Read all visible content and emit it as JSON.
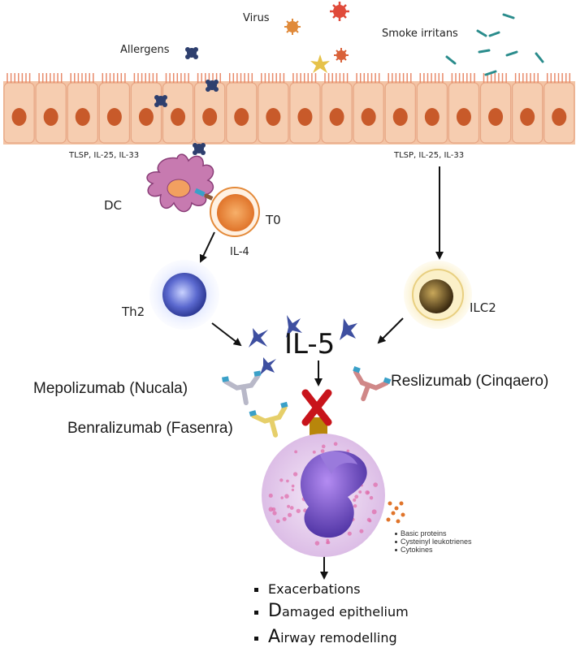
{
  "labels": {
    "virus": "Virus",
    "allergens": "Allergens",
    "smoke": "Smoke irritans",
    "tslp_left": "TLSP, IL-25, IL-33",
    "tslp_right": "TLSP, IL-25, IL-33",
    "dc": "DC",
    "t0": "T0",
    "il4": "IL-4",
    "th2": "Th2",
    "ilc2": "ILC2",
    "il5": "IL-5"
  },
  "drugs": {
    "mepolizumab": "Mepolizumab (Nucala)",
    "reslizumab": "Reslizumab (Cinqaero)",
    "benralizumab": "Benralizumab (Fasenra)"
  },
  "secreted": [
    "Basic proteins",
    "Cysteinyl leukotrienes",
    "Cytokines"
  ],
  "outcomes": [
    {
      "cap": "",
      "rest": "Exacerbations"
    },
    {
      "cap": "D",
      "rest": "amaged epithelium"
    },
    {
      "cap": "A",
      "rest": "irway remodelling"
    }
  ],
  "colors": {
    "epithelium_cell": "#f6cdb0",
    "nucleus": "#c85a2a",
    "cilia": "#e88a6a",
    "allergen": "#2e3f6e",
    "smoke": "#2a8c8c",
    "il5": "#3e4fa0",
    "block_x": "#c8141b",
    "receptor": "#b8860b",
    "eosinophil": "#e9d7ee",
    "granule": "#e06aa8",
    "nucleus_eos": "#5a3ea8"
  }
}
